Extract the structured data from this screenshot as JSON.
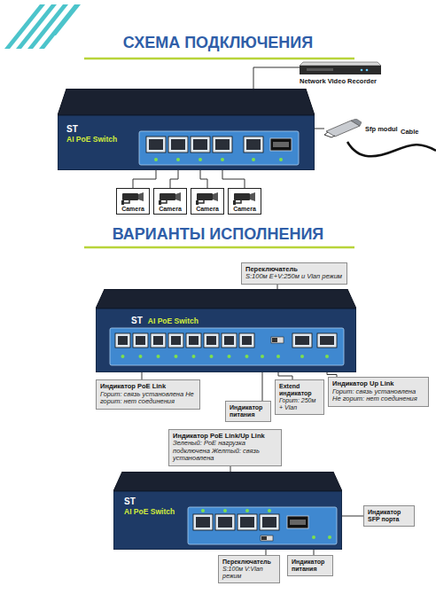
{
  "diagram": {
    "title": "СХЕМА ПОДКЛЮЧЕНИЯ",
    "nodes": [
      {
        "text": [
          "ST",
          "AI PoE Switch"
        ]
      },
      {
        "text": [
          "Network Video Recorder"
        ]
      },
      {
        "text": [
          "Sfp modul"
        ]
      },
      {
        "text": [
          "Camera"
        ]
      },
      {
        "text": [
          "Camera"
        ]
      },
      {
        "text": [
          "Camera"
        ]
      },
      {
        "text": [
          "Camera"
        ]
      },
      {
        "text": [
          "Переключатель",
          "S:100м E+V:250м и Vlan режим"
        ]
      },
      {
        "text": [
          "ST",
          "AI PoE Switch"
        ]
      },
      {
        "text": [
          "Индикатор PoE Link",
          "Горит: связь установлена Не горит: нет соединения"
        ]
      },
      {
        "text": [
          "Extend индикатор",
          "Горит: 250м + Vlan"
        ]
      },
      {
        "text": [
          "Индикатор питания"
        ]
      },
      {
        "text": [
          "Индикатор Up Link",
          "Горит: связь установлена Не горит: нет соединения"
        ]
      },
      {
        "text": [
          "Индикатор PoE Link/Up Link",
          "Зеленый: PoE нагрузка подключена Желтый: связь установлена"
        ]
      },
      {
        "text": [
          "ST",
          "AI PoE Switch"
        ]
      },
      {
        "text": [
          "Индикатор SFP порта"
        ]
      },
      {
        "text": [
          "Переключатель",
          "S:100м V:Vlan режим"
        ]
      },
      {
        "text": [
          "Индикатор питания"
        ]
      }
    ],
    "edges": [
      {
        "from": 0,
        "to": 3,
        "arrow": "none"
      },
      {
        "from": 0,
        "to": 4,
        "arrow": "none"
      },
      {
        "from": 0,
        "to": 5,
        "arrow": "none"
      },
      {
        "from": 0,
        "to": 6,
        "arrow": "none"
      },
      {
        "from": 1,
        "to": 0,
        "arrow": "none"
      },
      {
        "from": 2,
        "to": 0,
        "arrow": "none"
      },
      {
        "from": 7,
        "to": 8,
        "arrow": "none"
      },
      {
        "from": 9,
        "to": 8,
        "arrow": "none"
      },
      {
        "from": 10,
        "to": 8,
        "arrow": "none"
      },
      {
        "from": 11,
        "to": 8,
        "arrow": "none"
      },
      {
        "from": 12,
        "to": 8,
        "arrow": "none"
      },
      {
        "from": 13,
        "to": 14,
        "arrow": "none"
      },
      {
        "from": 15,
        "to": 14,
        "arrow": "none"
      },
      {
        "from": 16,
        "to": 14,
        "arrow": "none"
      },
      {
        "from": 17,
        "to": 14,
        "arrow": "none"
      }
    ],
    "labels": [
      "ВАРИАНТЫ ИСПОЛНЕНИЯ",
      "Cable"
    ]
  }
}
